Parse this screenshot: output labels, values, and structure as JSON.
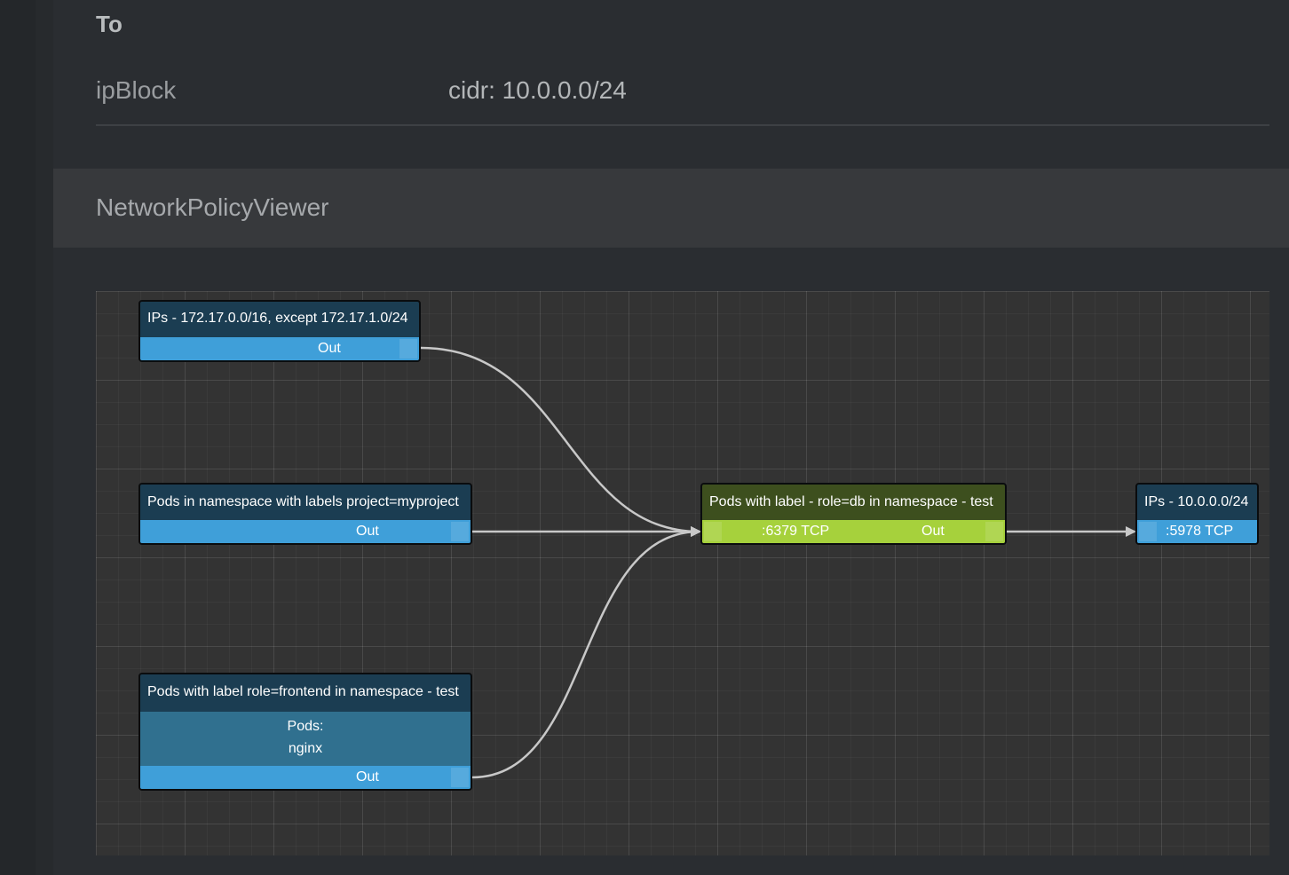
{
  "to_section": {
    "title": "To",
    "key": "ipBlock",
    "value": "cidr: 10.0.0.0/24"
  },
  "viewer": {
    "title": "NetworkPolicyViewer"
  },
  "nodes": {
    "ipblock": {
      "title": "IPs - 172.17.0.0/16, except 172.17.1.0/24",
      "port": "Out"
    },
    "ns_pods": {
      "title": "Pods in namespace with labels project=myproject",
      "port": "Out"
    },
    "frontend": {
      "title": "Pods with label role=frontend in namespace - test",
      "pods_label": "Pods:",
      "pod_name": "nginx",
      "port": "Out"
    },
    "db": {
      "title": "Pods with label - role=db in namespace - test",
      "in_port": ":6379 TCP",
      "out_port": "Out",
      "color": "#a6d13c"
    },
    "dest": {
      "title": "IPs - 10.0.0.0/24",
      "port": ":5978 TCP"
    }
  },
  "colors": {
    "node_header": "#1b3d52",
    "port_bar": "#3f9fd9",
    "db_header": "#3d4f1e",
    "edge": "#c8c8c8"
  }
}
